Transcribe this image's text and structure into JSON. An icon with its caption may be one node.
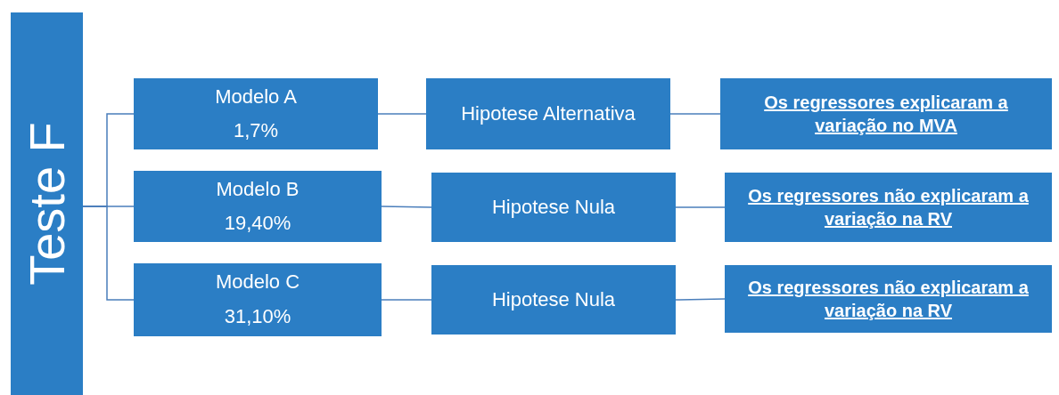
{
  "diagram": {
    "nodes": [
      {
        "text": [
          "Teste F"
        ]
      },
      {
        "text": [
          "Modelo A",
          "1,7%"
        ]
      },
      {
        "text": [
          "Hipotese Alternativa"
        ]
      },
      {
        "text": [
          "Os regressores explicaram a variação no MVA"
        ]
      },
      {
        "text": [
          "Modelo B",
          "19,40%"
        ]
      },
      {
        "text": [
          "Hipotese Nula"
        ]
      },
      {
        "text": [
          "Os regressores não explicaram a variação na RV"
        ]
      },
      {
        "text": [
          "Modelo C",
          "31,10%"
        ]
      },
      {
        "text": [
          "Hipotese Nula"
        ]
      },
      {
        "text": [
          "Os regressores não explicaram a variação na RV"
        ]
      }
    ],
    "edges": [
      {
        "from": 0,
        "to": 1,
        "arrow": "none"
      },
      {
        "from": 0,
        "to": 4,
        "arrow": "none"
      },
      {
        "from": 0,
        "to": 7,
        "arrow": "none"
      },
      {
        "from": 1,
        "to": 2,
        "arrow": "none"
      },
      {
        "from": 2,
        "to": 3,
        "arrow": "none"
      },
      {
        "from": 4,
        "to": 5,
        "arrow": "none"
      },
      {
        "from": 5,
        "to": 6,
        "arrow": "none"
      },
      {
        "from": 7,
        "to": 8,
        "arrow": "none"
      },
      {
        "from": 8,
        "to": 9,
        "arrow": "none"
      }
    ]
  }
}
